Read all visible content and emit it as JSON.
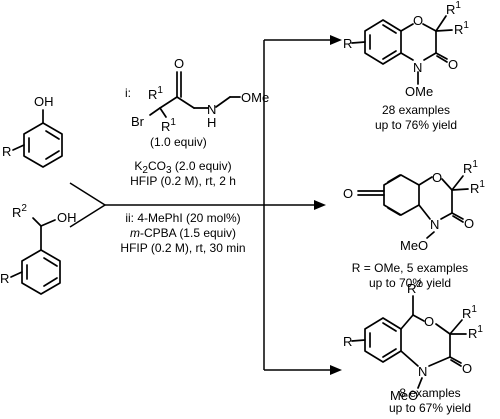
{
  "atoms": {
    "O": "O",
    "OH": "OH",
    "N": "N",
    "H": "H",
    "Br": "Br",
    "OMe": "OMe",
    "MeO": "MeO",
    "R": "R",
    "R1": "1",
    "R2": "2",
    "R_letter": "R"
  },
  "reagent_i": {
    "label": "i:",
    "equiv": "(1.0 equiv)"
  },
  "conditions": {
    "line1_pre": "K",
    "line1_sub1": "2",
    "line1_mid": "CO",
    "line1_sub2": "3",
    "line1_post": " (2.0 equiv)",
    "line2": "HFIP (0.2 M), rt, 2 h",
    "line3": "ii: 4-MePhI (20 mol%)",
    "line4_italic": "m",
    "line4_rest": "-CPBA (1.5 equiv)",
    "line5": "HFIP (0.2 M), rt, 30 min"
  },
  "products": [
    {
      "line1": "28 examples",
      "line2": "up to 76% yield"
    },
    {
      "line1": "R = OMe, 5 examples",
      "line2": "up to 70% yield"
    },
    {
      "line1": "8 examples",
      "line2": "up to 67% yield"
    }
  ]
}
